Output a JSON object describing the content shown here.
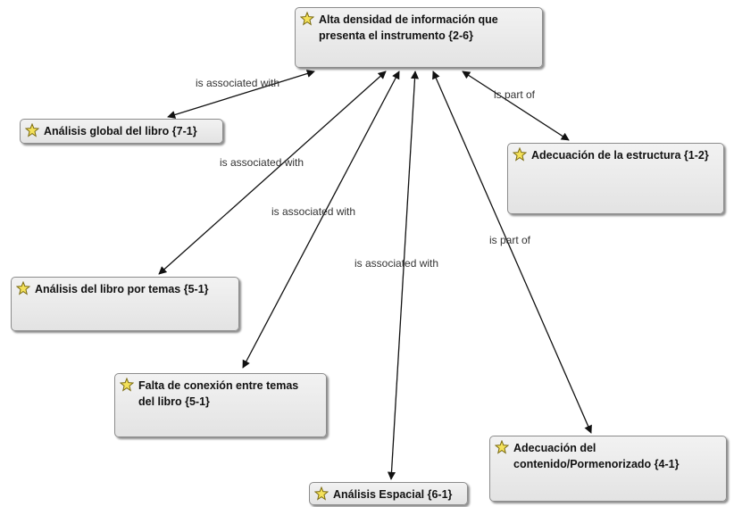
{
  "nodes": {
    "central": {
      "label_line1": "Alta densidad de información que",
      "label_line2": "presenta el instrumento {2-6}"
    },
    "analisis_global": {
      "label": "Análisis global del libro {7-1}"
    },
    "adecuacion_estructura": {
      "label": "Adecuación de la estructura {1-2}"
    },
    "analisis_temas": {
      "label": "Análisis del libro por temas {5-1}"
    },
    "falta_conexion": {
      "label_line1": "Falta de conexión entre temas",
      "label_line2": "del libro {5-1}"
    },
    "adecuacion_contenido": {
      "label_line1": "Adecuación del",
      "label_line2": "contenido/Pormenorizado {4-1}"
    },
    "analisis_espacial": {
      "label": "Análisis Espacial {6-1}"
    }
  },
  "edges": {
    "central_global": "is associated with",
    "central_temas": "is associated with",
    "central_falta": "is associated with",
    "central_espacial": "is associated with",
    "central_estructura": "is part of",
    "central_contenido": "is part of"
  },
  "icon": "code-node-icon",
  "colors": {
    "icon_fill": "#f4e15a",
    "icon_stroke": "#7a6a10",
    "node_bg": "#e8e8e8",
    "line": "#111111"
  }
}
